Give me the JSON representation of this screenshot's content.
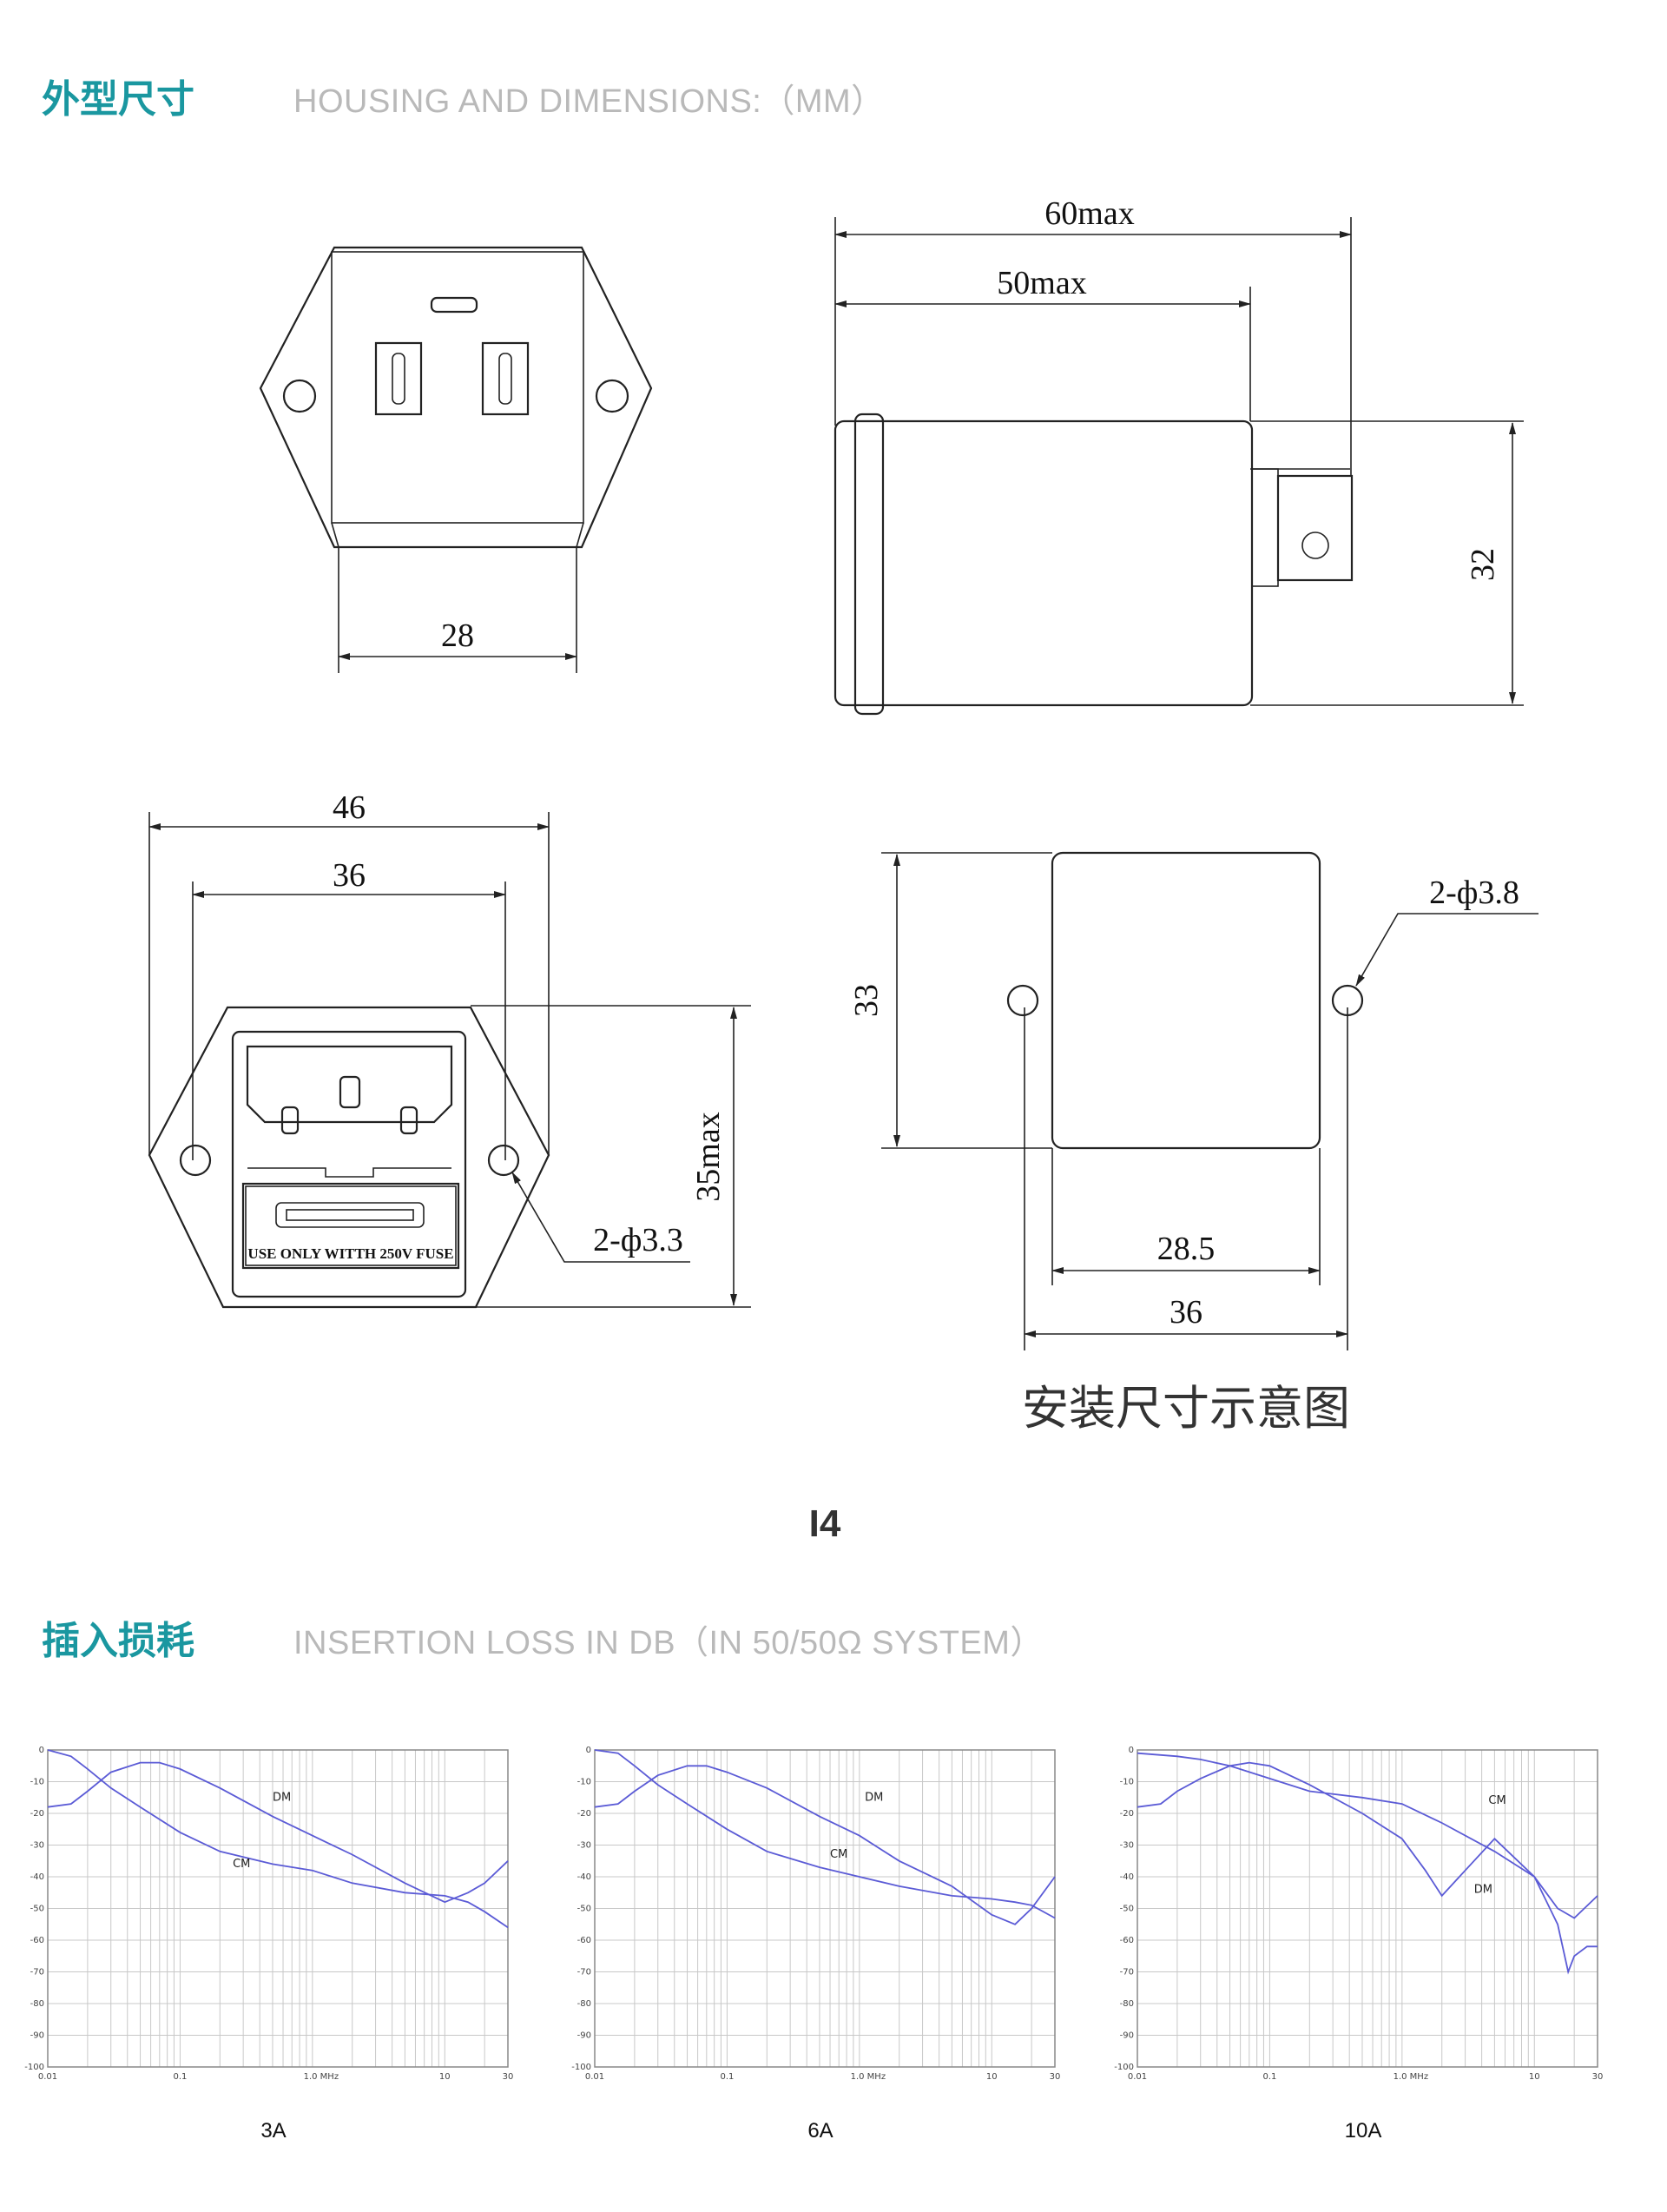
{
  "section1": {
    "title_cn": "外型尺寸",
    "title_en": "HOUSING AND DIMENSIONS:（MM）"
  },
  "section2": {
    "title_cn": "插入损耗",
    "title_en": "INSERTION LOSS IN DB（IN 50/50Ω SYSTEM）"
  },
  "model": "I4",
  "drawings": {
    "front_width": "28",
    "side_overall": "60max",
    "side_body": "50max",
    "side_height": "32",
    "rear_width_outer": "46",
    "rear_width_inner": "36",
    "rear_height": "35max",
    "rear_holes": "2-ф3.3",
    "fuse_text": "USE ONLY WITTH 250V FUSE",
    "mount_height": "33",
    "mount_holes": "2-ф3.8",
    "mount_inner": "28.5",
    "mount_outer": "36",
    "mount_caption": "安装尺寸示意图"
  },
  "chart_data": [
    {
      "type": "line",
      "caption": "3A",
      "x_ticks": [
        "0.01",
        "0.1",
        "1.0 MHz",
        "10",
        "30"
      ],
      "y_ticks": [
        "0",
        "-10",
        "-20",
        "-30",
        "-40",
        "-50",
        "-60",
        "-70",
        "-80",
        "-90",
        "-100"
      ],
      "ylim": [
        -100,
        0
      ],
      "xlim": [
        0.01,
        30
      ],
      "x_scale": "log",
      "series": [
        {
          "name": "DM",
          "x": [
            0.01,
            0.015,
            0.02,
            0.03,
            0.05,
            0.07,
            0.1,
            0.2,
            0.5,
            1,
            2,
            5,
            10,
            15,
            20,
            30
          ],
          "y": [
            -18,
            -17,
            -13,
            -7,
            -4,
            -4,
            -6,
            -12,
            -21,
            -27,
            -33,
            -42,
            -48,
            -45,
            -42,
            -35
          ]
        },
        {
          "name": "CM",
          "x": [
            0.01,
            0.015,
            0.02,
            0.03,
            0.05,
            0.1,
            0.2,
            0.5,
            1,
            2,
            5,
            10,
            15,
            20,
            30
          ],
          "y": [
            0,
            -2,
            -6,
            -12,
            -18,
            -26,
            -32,
            -36,
            -38,
            -42,
            -45,
            -46,
            -48,
            -51,
            -56
          ]
        }
      ]
    },
    {
      "type": "line",
      "caption": "6A",
      "x_ticks": [
        "0.01",
        "0.1",
        "1.0 MHz",
        "10",
        "30"
      ],
      "y_ticks": [
        "0",
        "-10",
        "-20",
        "-30",
        "-40",
        "-50",
        "-60",
        "-70",
        "-80",
        "-90",
        "-100"
      ],
      "ylim": [
        -100,
        0
      ],
      "xlim": [
        0.01,
        30
      ],
      "x_scale": "log",
      "series": [
        {
          "name": "DM",
          "x": [
            0.01,
            0.015,
            0.02,
            0.03,
            0.05,
            0.07,
            0.1,
            0.2,
            0.5,
            1,
            2,
            5,
            10,
            15,
            20,
            30
          ],
          "y": [
            -18,
            -17,
            -13,
            -8,
            -5,
            -5,
            -7,
            -12,
            -21,
            -27,
            -35,
            -43,
            -52,
            -55,
            -50,
            -40
          ]
        },
        {
          "name": "CM",
          "x": [
            0.01,
            0.015,
            0.02,
            0.03,
            0.05,
            0.1,
            0.2,
            0.5,
            1,
            2,
            5,
            10,
            15,
            20,
            30
          ],
          "y": [
            0,
            -1,
            -5,
            -11,
            -17,
            -25,
            -32,
            -37,
            -40,
            -43,
            -46,
            -47,
            -48,
            -49,
            -53
          ]
        }
      ]
    },
    {
      "type": "line",
      "caption": "10A",
      "x_ticks": [
        "0.01",
        "0.1",
        "1.0 MHz",
        "10",
        "30"
      ],
      "y_ticks": [
        "0",
        "-10",
        "-20",
        "-30",
        "-40",
        "-50",
        "-60",
        "-70",
        "-80",
        "-90",
        "-100"
      ],
      "ylim": [
        -100,
        0
      ],
      "xlim": [
        0.01,
        30
      ],
      "x_scale": "log",
      "series": [
        {
          "name": "CM",
          "x": [
            0.01,
            0.02,
            0.03,
            0.05,
            0.1,
            0.2,
            0.5,
            1,
            2,
            5,
            10,
            15,
            20,
            30
          ],
          "y": [
            -1,
            -2,
            -3,
            -5,
            -9,
            -13,
            -15,
            -17,
            -23,
            -32,
            -40,
            -50,
            -53,
            -46
          ]
        },
        {
          "name": "DM",
          "x": [
            0.01,
            0.015,
            0.02,
            0.03,
            0.05,
            0.07,
            0.1,
            0.2,
            0.5,
            1,
            1.5,
            2,
            3,
            5,
            10,
            15,
            18,
            20,
            25,
            30
          ],
          "y": [
            -18,
            -17,
            -13,
            -9,
            -5,
            -4,
            -5,
            -11,
            -20,
            -28,
            -38,
            -46,
            -38,
            -28,
            -40,
            -55,
            -70,
            -65,
            -62,
            -62
          ]
        }
      ]
    }
  ]
}
